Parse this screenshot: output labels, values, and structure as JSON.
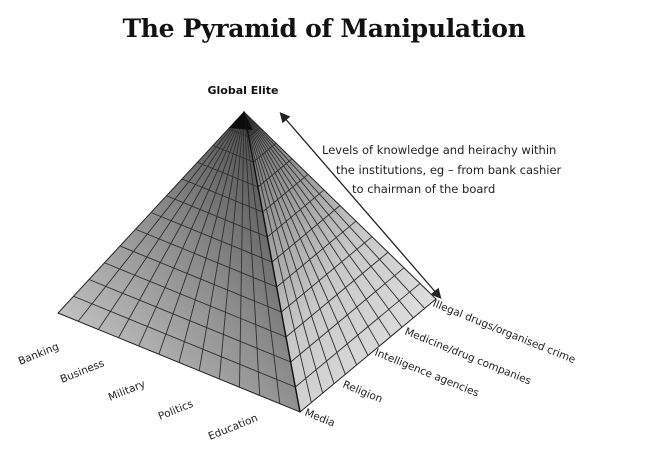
{
  "title": "The Pyramid of Manipulation",
  "apex_label": "Global Elite",
  "annotation": {
    "lines": [
      "Levels of knowledge and heirachy within",
      "the institutions, eg – from bank cashier",
      "to chairman of the board"
    ]
  },
  "left_face_labels": [
    "Banking",
    "Business",
    "Military",
    "Politics",
    "Education"
  ],
  "right_face_labels": [
    "Media",
    "Religion",
    "Intelligence agencies",
    "Medicine/drug companies",
    "Illegal drugs/organised crime"
  ],
  "colors": {
    "ink": "#111111",
    "grid": "#3a3a3a",
    "face_light": "#e6e6e6",
    "face_dark": "#4a4a4a",
    "apex": "#111111"
  }
}
